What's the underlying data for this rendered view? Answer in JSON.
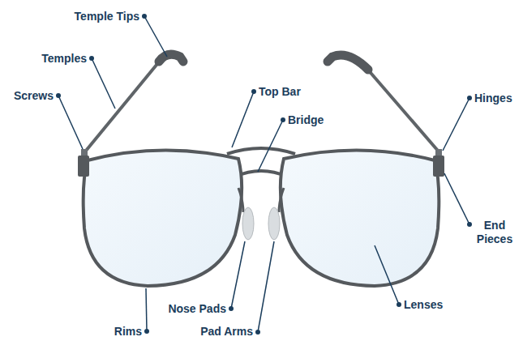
{
  "diagram": {
    "labels": [
      "Temple Tips",
      "Temples",
      "Screws",
      "Top Bar",
      "Bridge",
      "Hinges",
      "End Pieces",
      "Nose Pads",
      "Pad Arms",
      "Rims",
      "Lenses"
    ]
  }
}
